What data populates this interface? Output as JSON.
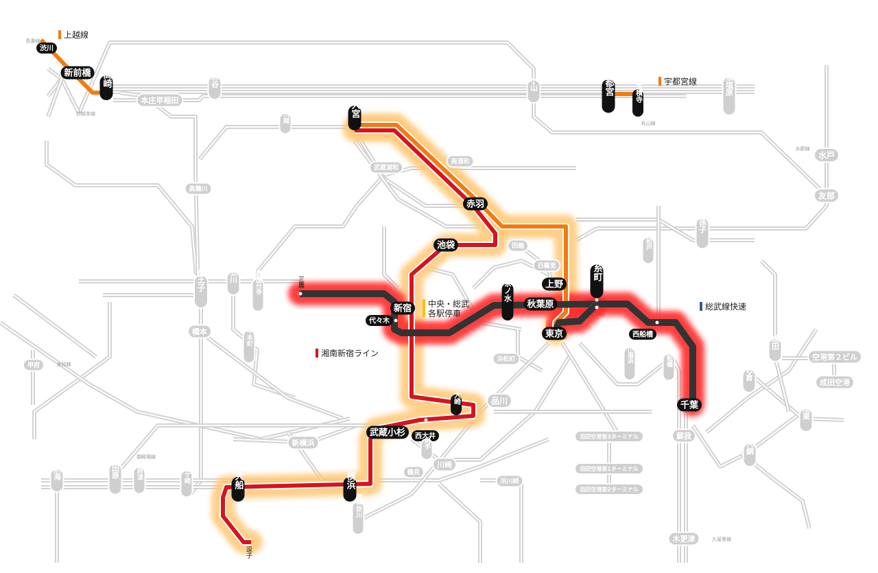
{
  "legend": {
    "joetsu": {
      "label": "上越線",
      "color": "#f47a10"
    },
    "utsunomiya": {
      "label": "宇都宮線",
      "color": "#f47a10"
    },
    "shonan_shinjuku": {
      "label": "湘南新宿ライン",
      "color": "#d7141e"
    },
    "chuo_sobu_local": {
      "label_line1": "中央・総武",
      "label_line2": "各駅停車",
      "color": "#f5c400"
    },
    "sobu_rapid": {
      "label": "総武線快速",
      "color": "#3a5a8c"
    }
  },
  "colors": {
    "glow_orange": "#ffc774",
    "glow_red": "#ff2a2a",
    "active_pill": "#111111",
    "inactive_pill": "#cfcfcf",
    "network": "#c6c6c6"
  },
  "stations_active": [
    "渋川",
    "新前橋",
    "高崎",
    "宇都宮",
    "宝積寺",
    "大宮",
    "赤羽",
    "池袋",
    "上野",
    "錦糸町",
    "秋葉原",
    "御茶ノ水",
    "新宿",
    "代々木",
    "東京",
    "西船橋",
    "千葉",
    "大崎",
    "武蔵小杉",
    "西大井",
    "横浜",
    "大船"
  ],
  "station_terminals": [
    "三鷹",
    "逗子"
  ],
  "stations_other": [
    "熊谷",
    "本庄早稲田",
    "川越",
    "小山",
    "那須塩原",
    "水戸",
    "友部",
    "我孫子",
    "新松戸",
    "高麗川",
    "南浦和",
    "武蔵浦和",
    "田端",
    "日暮里",
    "八王子",
    "立川",
    "西国分寺",
    "橋本",
    "府中本町",
    "甲府",
    "浜松町",
    "市川塩浜",
    "南船橋",
    "品川",
    "成田",
    "空港第２ビル",
    "成田空港",
    "佐倉",
    "成東",
    "蘇我",
    "大網",
    "新横浜",
    "羽田空港第3ターミナル",
    "羽田空港第1ターミナル",
    "羽田空港第2ターミナル",
    "尻手",
    "鶴見",
    "川崎",
    "浜川崎",
    "東神奈川",
    "熱海",
    "小田原",
    "国府津",
    "茅ケ崎",
    "木更津"
  ],
  "branch_captions": [
    "吾妻線",
    "信越本線",
    "烏山線",
    "水郡線",
    "身延線",
    "御殿場線",
    "久留里線"
  ]
}
